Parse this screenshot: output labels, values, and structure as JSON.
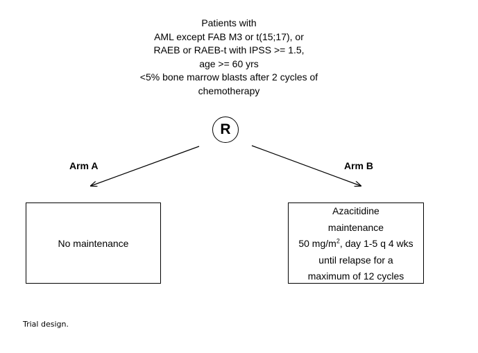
{
  "criteria": {
    "lines": [
      "Patients with",
      "AML except FAB M3 or t(15;17), or",
      "RAEB or RAEB-t with IPSS >= 1.5,",
      "age >= 60 yrs",
      "<5% bone marrow blasts after 2 cycles of",
      "chemotherapy"
    ]
  },
  "randomization": {
    "label": "R"
  },
  "arm_a": {
    "label": "Arm A",
    "box_text": "No maintenance"
  },
  "arm_b": {
    "label": "Arm B",
    "box_lines": {
      "line1": "Azacitidine",
      "line2": "maintenance",
      "line3_pre": "50 mg/m",
      "line3_sup": "2",
      "line3_post": ", day 1-5 q 4 wks",
      "line4": "until relapse for a",
      "line5": "maximum of 12 cycles"
    }
  },
  "caption": "Trial design."
}
